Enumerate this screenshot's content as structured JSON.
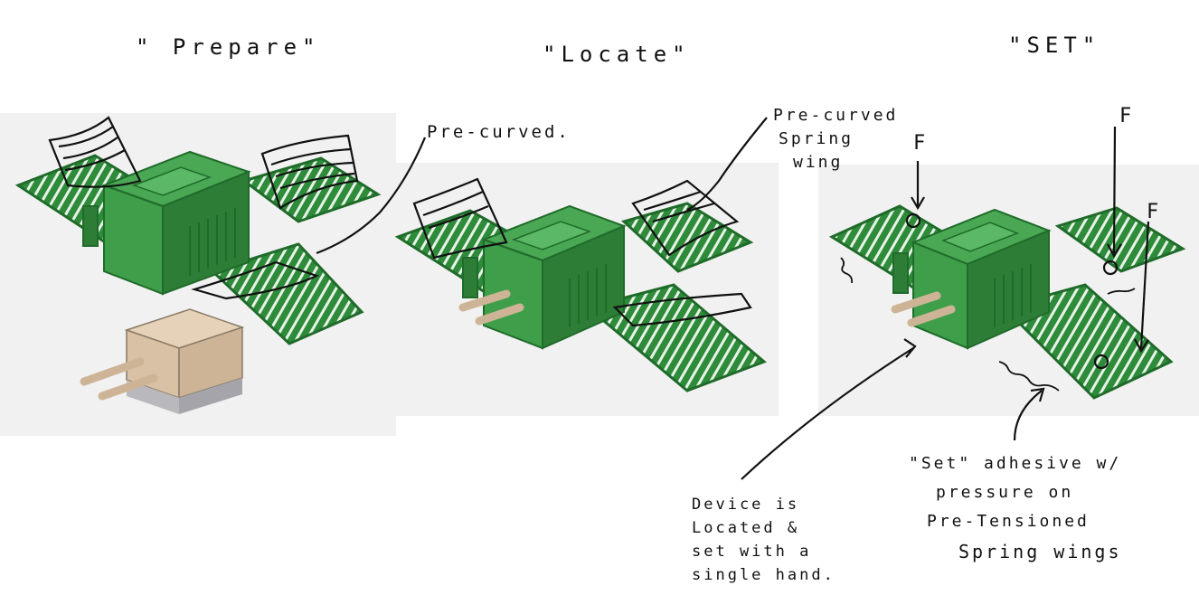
{
  "titles": {
    "prepare": "\" Prepare\"",
    "locate": "\"Locate\"",
    "set": "\"SET\""
  },
  "labels": {
    "pre_curved": "Pre-curved.",
    "pre_curved_spring_wing": [
      "Pre-curved",
      "Spring",
      "wing"
    ],
    "force_1": "F",
    "force_2": "F",
    "force_3": "F"
  },
  "notes": {
    "device_located": [
      "Device is",
      "Located &",
      "set with a",
      "single hand."
    ],
    "set_adhesive": [
      "\"Set\" adhesive w/",
      "pressure on",
      "Pre-Tensioned",
      "Spring wings"
    ]
  },
  "colors": {
    "board": "#2e8b3a",
    "board_dark": "#1f6b2a",
    "housing": "#3f9e4a",
    "housing_dark": "#2d7d37",
    "panel_bg": "#f1f1f1",
    "device_top": "#e6d2b8",
    "device_side": "#cdb496",
    "device_base": "#b9b9bd",
    "pin": "#e3cbb0",
    "ink": "#111111"
  }
}
